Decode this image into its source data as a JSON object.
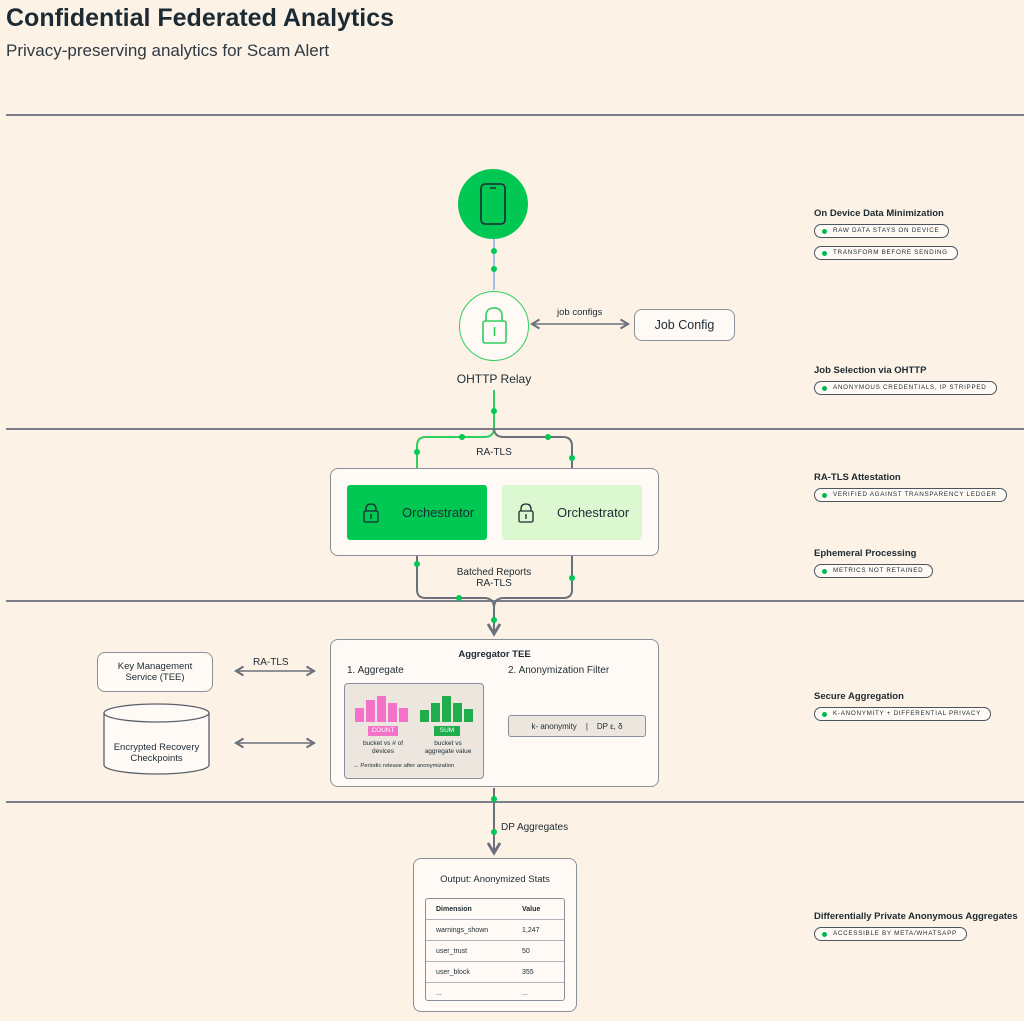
{
  "header": {
    "title": "Confidential Federated Analytics",
    "subtitle": "Privacy-preserving analytics for Scam Alert"
  },
  "flow": {
    "job_configs_label": "job configs",
    "job_config_box": "Job Config",
    "relay_label": "OHTTP Relay",
    "ratls_top": "RA-TLS",
    "orchestrator_a": "Orchestrator",
    "orchestrator_b": "Orchestrator",
    "batched_reports": "Batched Reports",
    "ratls_batched": "RA-TLS",
    "ratls_kms": "RA-TLS",
    "kms": "Key Management Service (TEE)",
    "recovery": "Encrypted Recovery Checkpoints",
    "dp_aggregates": "DP Aggregates"
  },
  "aggregator": {
    "title": "Aggregator TEE",
    "step1": "1. Aggregate",
    "step2": "2. Anonymization Filter",
    "count_tag": "COUNT",
    "count_desc": "bucket vs # of devices",
    "sum_tag": "SUM",
    "sum_desc": "bucket vs aggregate value",
    "release_note": "Periodic release after anonymization",
    "filter_left": "k- anonymity",
    "filter_sep": "|",
    "filter_right": "DP ε, δ"
  },
  "output": {
    "title": "Output: Anonymized Stats",
    "columns": [
      "Dimension",
      "Value"
    ],
    "rows": [
      [
        "warnings_shown",
        "1,247"
      ],
      [
        "user_trust",
        "50"
      ],
      [
        "user_block",
        "355"
      ],
      [
        "...",
        "..."
      ]
    ]
  },
  "sidebar": [
    {
      "heading": "On Device Data Minimization",
      "pills": [
        "Raw data stays on device",
        "Transform before sending"
      ]
    },
    {
      "heading": "Job Selection via OHTTP",
      "pills": [
        "Anonymous credentials, IP stripped"
      ]
    },
    {
      "heading": "RA-TLS Attestation",
      "pills": [
        "Verified against transparency ledger"
      ]
    },
    {
      "heading": "Ephemeral Processing",
      "pills": [
        "Metrics not retained"
      ]
    },
    {
      "heading": "Secure Aggregation",
      "pills": [
        "k-anonymity + differential privacy"
      ]
    },
    {
      "heading": "Differentially Private Anonymous Aggregates",
      "pills": [
        "Accessible by Meta/WhatsApp"
      ]
    }
  ],
  "colors": {
    "background": "#fdf2e6",
    "accent_green": "#00c853",
    "light_green": "#dcf8d0",
    "count_pink": "#f472c7",
    "sum_green": "#1fae4b",
    "line_gray": "#6b717c"
  },
  "icons": [
    "phone-icon",
    "lock-icon",
    "arrow-right-icon"
  ]
}
